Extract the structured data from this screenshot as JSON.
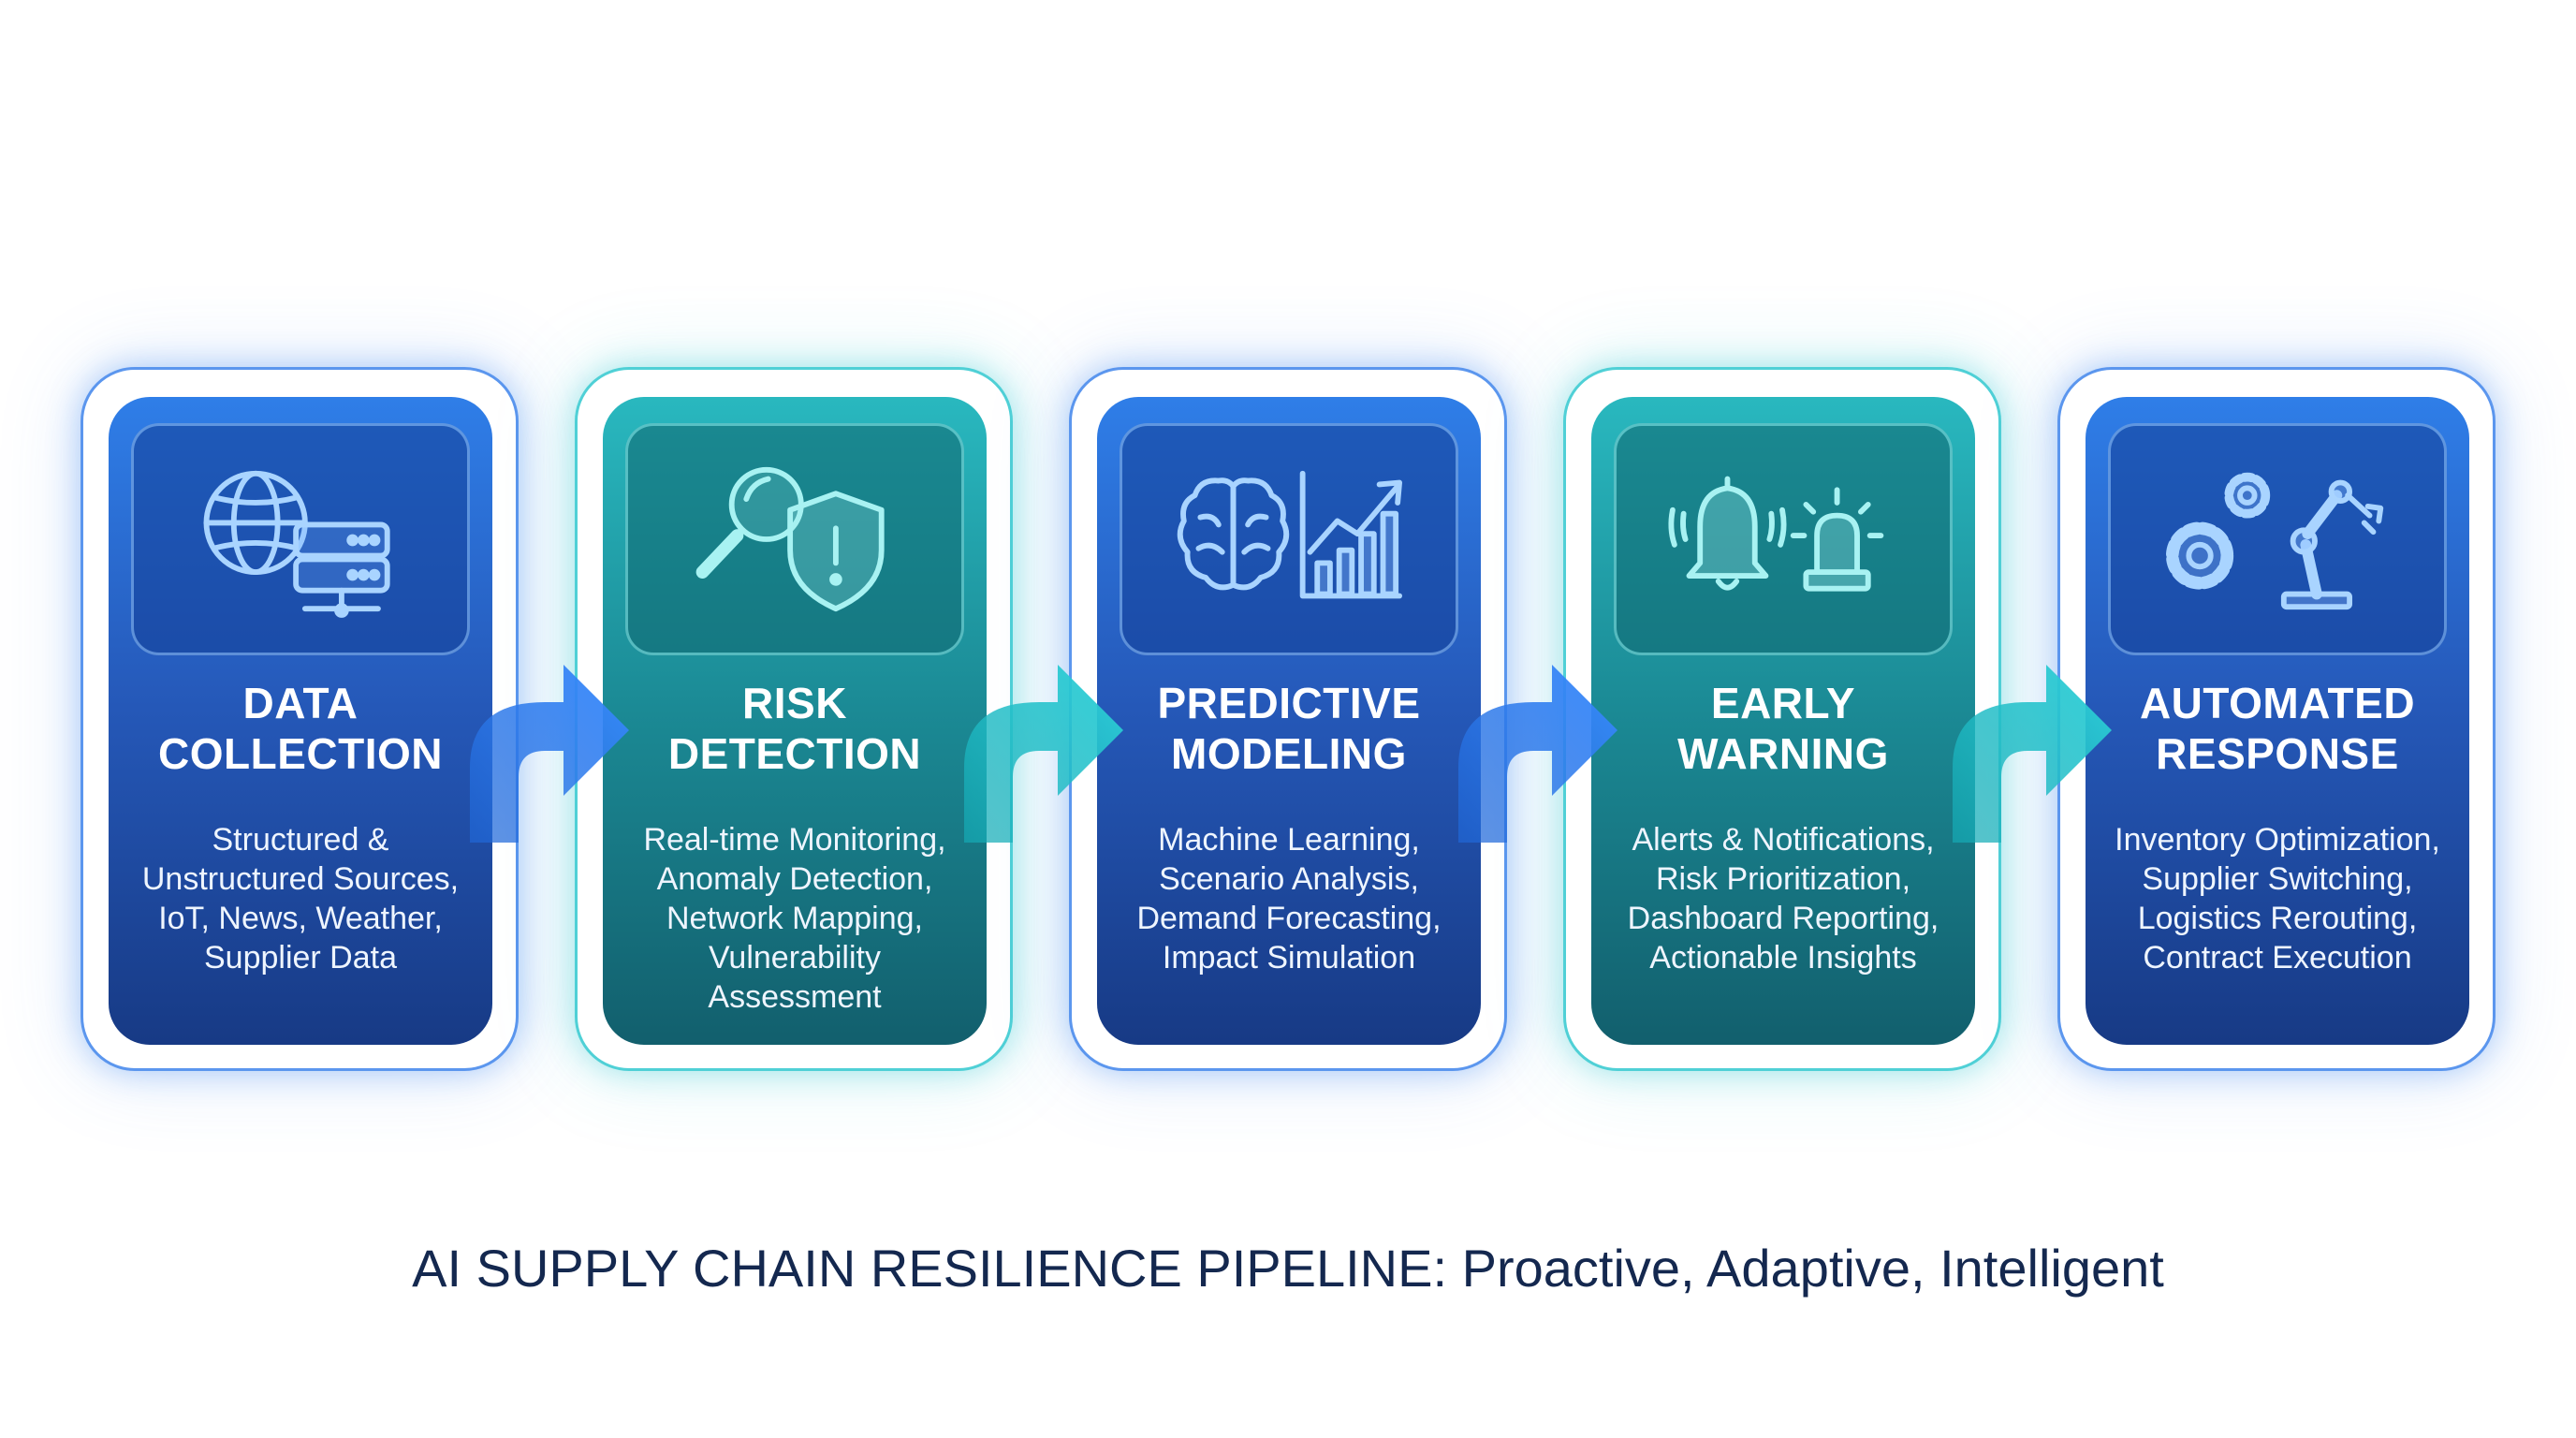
{
  "stages": [
    {
      "title_lines": [
        "DATA",
        "COLLECTION"
      ],
      "desc_lines": [
        "Structured &",
        "Unstructured Sources,",
        "IoT, News, Weather,",
        "Supplier Data"
      ],
      "theme": "blue",
      "icons": [
        "globe-icon",
        "server-icon"
      ]
    },
    {
      "title_lines": [
        "RISK",
        "DETECTION"
      ],
      "desc_lines": [
        "Real-time Monitoring,",
        "Anomaly Detection,",
        "Network Mapping,",
        "Vulnerability",
        "Assessment"
      ],
      "theme": "teal",
      "icons": [
        "magnifier-icon",
        "shield-alert-icon"
      ]
    },
    {
      "title_lines": [
        "PREDICTIVE",
        "MODELING"
      ],
      "desc_lines": [
        "Machine Learning,",
        "Scenario Analysis,",
        "Demand Forecasting,",
        "Impact Simulation"
      ],
      "theme": "blue",
      "icons": [
        "brain-icon",
        "trend-chart-icon"
      ]
    },
    {
      "title_lines": [
        "EARLY",
        "WARNING"
      ],
      "desc_lines": [
        "Alerts & Notifications,",
        "Risk Prioritization,",
        "Dashboard Reporting,",
        "Actionable Insights"
      ],
      "theme": "teal",
      "icons": [
        "bell-icon",
        "siren-icon"
      ]
    },
    {
      "title_lines": [
        "AUTOMATED",
        "RESPONSE"
      ],
      "desc_lines": [
        "Inventory Optimization,",
        "Supplier Switching,",
        "Logistics Rerouting,",
        "Contract Execution"
      ],
      "theme": "blue",
      "icons": [
        "gears-icon",
        "robot-arm-icon"
      ]
    }
  ],
  "caption": "AI SUPPLY CHAIN RESILIENCE PIPELINE: Proactive, Adaptive, Intelligent",
  "colors": {
    "blue_top": "#2f7ee8",
    "blue_bottom": "#173a85",
    "teal_top": "#29b8bf",
    "teal_bottom": "#125f6d",
    "icon_stroke": "#9fd0ff",
    "caption": "#14284f"
  }
}
